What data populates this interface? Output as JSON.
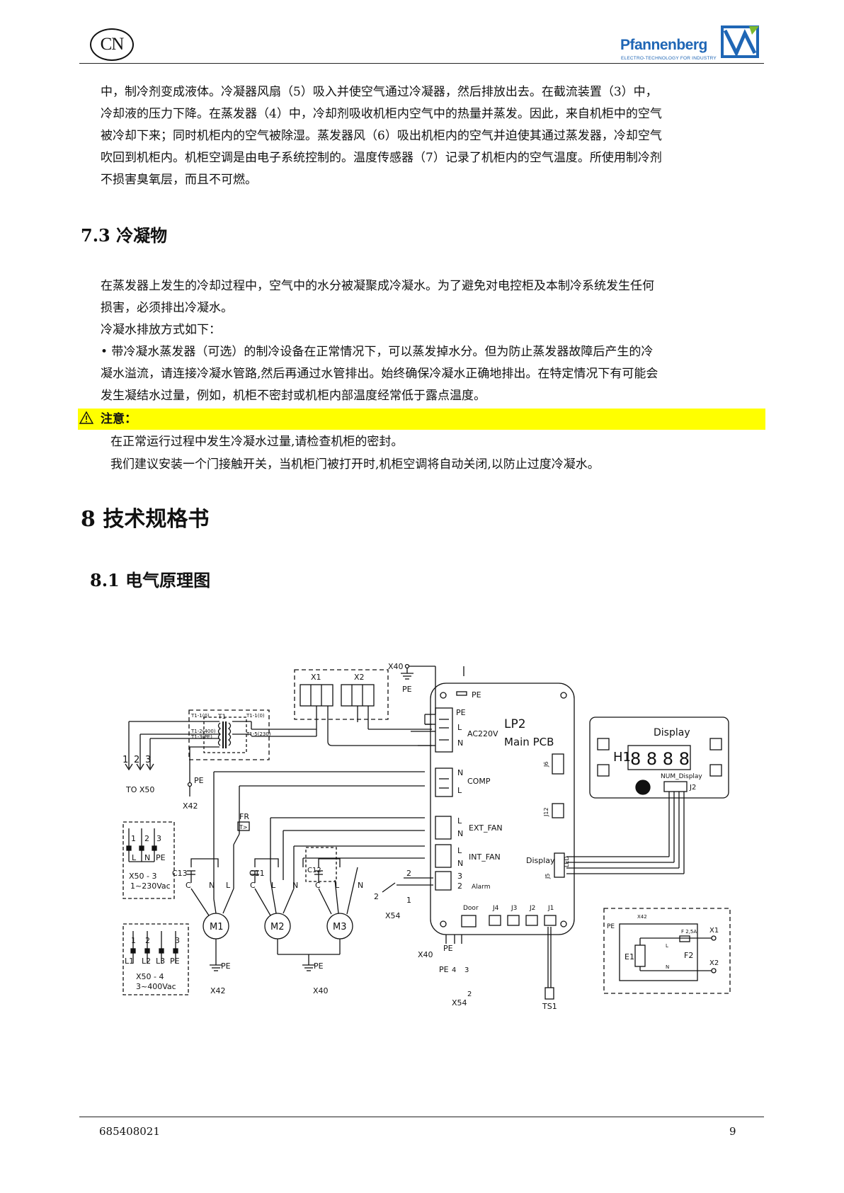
{
  "header": {
    "country_badge": "CN",
    "brand_name": "Pfannenberg",
    "brand_tagline": "ELECTRO-TECHNOLOGY FOR INDUSTRY"
  },
  "intro_lines": [
    "中，制冷剂变成液体。冷凝器风扇（5）吸入并使空气通过冷凝器，然后排放出去。在截流装置（3）中，",
    "冷却液的压力下降。在蒸发器（4）中，冷却剂吸收机柜内空气中的热量并蒸发。因此，来自机柜中的空气",
    "被冷却下来；同时机柜内的空气被除湿。蒸发器风（6）吸出机柜内的空气并迫使其通过蒸发器，冷却空气",
    "吹回到机柜内。机柜空调是由电子系统控制的。温度传感器（7）记录了机柜内的空气温度。所使用制冷剂",
    "不损害臭氧层，而且不可燃。"
  ],
  "section_7_3": {
    "heading": "7.3  冷凝物",
    "lines": [
      "在蒸发器上发生的冷却过程中，空气中的水分被凝聚成冷凝水。为了避免对电控柜及本制冷系统发生任何",
      "损害，必须排出冷凝水。",
      "冷凝水排放方式如下：",
      "• 带冷凝水蒸发器（可选）的制冷设备在正常情况下，可以蒸发掉水分。但为防止蒸发器故障后产生的冷",
      "凝水溢流，请连接冷凝水管路,然后再通过水管排出。始终确保冷凝水正确地排出。在特定情况下有可能会",
      "发生凝结水过量，例如，机柜不密封或机柜内部温度经常低于露点温度。"
    ]
  },
  "note": {
    "title": "注意：",
    "lines": [
      "在正常运行过程中发生冷凝水过量,请检查机柜的密封。",
      "我们建议安装一个门接触开关，当机柜门被打开时,机柜空调将自动关闭,以防止过度冷凝水。"
    ]
  },
  "section_8": {
    "heading": "8    技术规格书"
  },
  "section_8_1": {
    "heading": "8.1 电气原理图"
  },
  "schematic": {
    "x40_top": "X40",
    "pe_top": "PE",
    "x1": "X1",
    "x2": "X2",
    "t1": "T1",
    "t1_10": "T1-1(0)",
    "t1_10r": "T1-1(0)",
    "t1_2": "T1-2(400)",
    "t1_3": "T1-3(PE)",
    "t1_5": "T1-5(230)",
    "to_x50_nums": [
      "1",
      "2",
      "3"
    ],
    "to_x50": "TO X50",
    "pe_x42": "PE",
    "x42": "X42",
    "fr": "FR",
    "fr_box": "T>",
    "c13": "C13",
    "c11": "C11",
    "c12": "C12",
    "m1": "M1",
    "m2": "M2",
    "m3": "M3",
    "n": "N",
    "l": "L",
    "c": "C",
    "pe": "PE",
    "x42_b": "X42",
    "x40_b": "X40",
    "x50a": {
      "nums": [
        "1",
        "2",
        "3"
      ],
      "pins": [
        "L",
        "N",
        "PE"
      ],
      "label": "X50 - 3",
      "voltage": "1~230Vac"
    },
    "x50b": {
      "nums": [
        "1",
        "2",
        "3"
      ],
      "pins": [
        "L1",
        "L2",
        "L3",
        "PE"
      ],
      "label": "X50 - 4",
      "voltage": "3~400Vac"
    },
    "pcb": {
      "pe": "PE",
      "lp2": "LP2",
      "main_pcb": "Main PCB",
      "ac220": "AC220V",
      "pe_pin": "PE",
      "l": "L",
      "n": "N",
      "comp": "COMP",
      "ext_fan": "EXT_FAN",
      "int_fan": "INT_FAN",
      "alarm": "Alarm",
      "alarm_pins": [
        "3",
        "2"
      ],
      "display": "Display",
      "led": "LED",
      "j6": "J6",
      "j12": "J12",
      "j5": "J5",
      "door": "Door",
      "j_labels": [
        "J4",
        "J3",
        "J2",
        "J1"
      ]
    },
    "x54": "X54",
    "x54_nums": [
      "2",
      "1"
    ],
    "x40_bottom": "X40",
    "pe_bottom": "PE",
    "x54_bottom": "X54",
    "x54b_nums": [
      "4",
      "3",
      "2"
    ],
    "ts1": "TS1",
    "display_panel": {
      "title": "Display",
      "h1": "H1",
      "digits": "8 8 8 8",
      "num_display": "NUM_Display",
      "j2": "J2"
    },
    "heater": {
      "pe": "PE",
      "x42": "X42",
      "fuse": "F 2,5A",
      "e1": "E1",
      "f2": "F2",
      "l": "L",
      "n": "N",
      "x1": "X1",
      "x2": "X2"
    }
  },
  "footer": {
    "doc_number": "685408021",
    "page_number": "9"
  }
}
